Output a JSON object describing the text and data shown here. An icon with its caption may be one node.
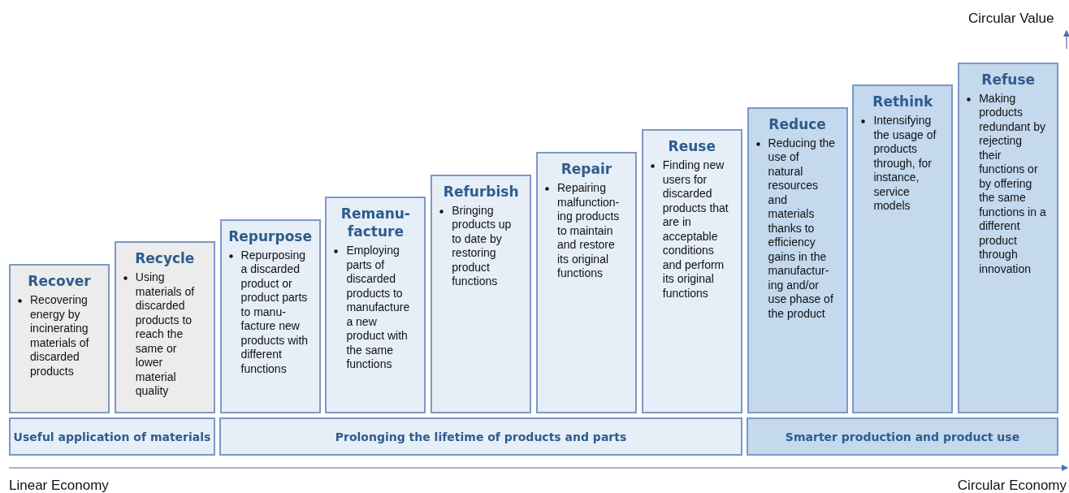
{
  "diagram": {
    "nodes": [
      {
        "text": [
          "Recover",
          "Recovering energy by incinerating materials of discarded products"
        ]
      },
      {
        "text": [
          "Recycle",
          "Using materials of discarded products to reach the same or lower material quality"
        ]
      },
      {
        "text": [
          "Repurpose",
          "Repurposing a discarded product or product parts to manu-facture new products with different functions"
        ]
      },
      {
        "text": [
          "Remanu-facture",
          "Employing parts of discarded products to manufacture a new product with the same functions"
        ]
      },
      {
        "text": [
          "Refurbish",
          "Bringing products up to date by restoring product functions"
        ]
      },
      {
        "text": [
          "Repair",
          "Repairing malfunction-ing products to maintain and restore its original functions"
        ]
      },
      {
        "text": [
          "Reuse",
          "Finding new users for discarded products that are in acceptable conditions and perform its original functions"
        ]
      },
      {
        "text": [
          "Reduce",
          "Reducing the use of natural resources and materials thanks to efficiency gains in the manufactur-ing and/or use phase of the product"
        ]
      },
      {
        "text": [
          "Rethink",
          "Intensifying the usage of products through, for instance, service models"
        ]
      },
      {
        "text": [
          "Refuse",
          "Making products redundant by rejecting their functions or by offering the same functions in a different product through innovation"
        ]
      },
      {
        "text": [
          "Useful application of materials"
        ]
      },
      {
        "text": [
          "Prolonging the lifetime of products and parts"
        ]
      },
      {
        "text": [
          "Smarter production and product use"
        ]
      }
    ],
    "labels": [
      "Circular Value",
      "Linear Economy",
      "Circular Economy"
    ]
  }
}
